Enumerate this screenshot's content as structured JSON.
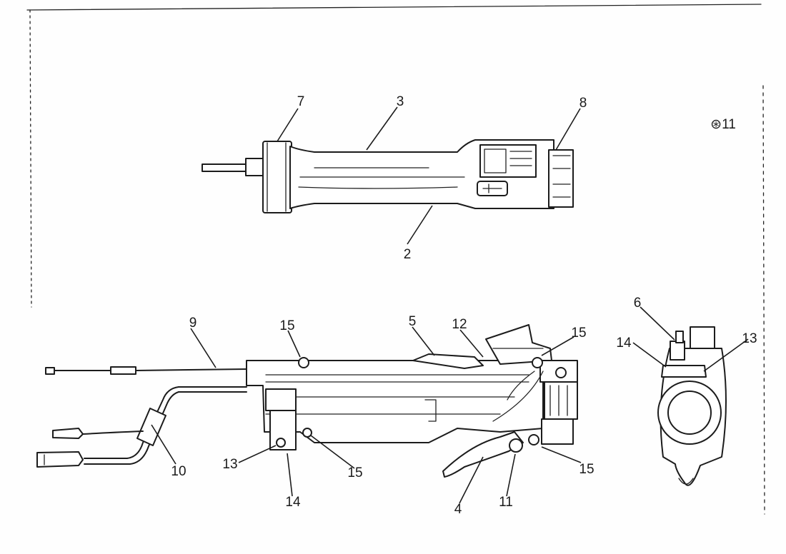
{
  "figure": {
    "marker": "⊛11",
    "callouts": {
      "top": [
        "7",
        "3",
        "8",
        "2"
      ],
      "side": [
        "9",
        "15",
        "5",
        "12",
        "15",
        "10",
        "13",
        "15",
        "14",
        "4",
        "11",
        "15"
      ],
      "end": [
        "6",
        "14",
        "13"
      ]
    }
  }
}
